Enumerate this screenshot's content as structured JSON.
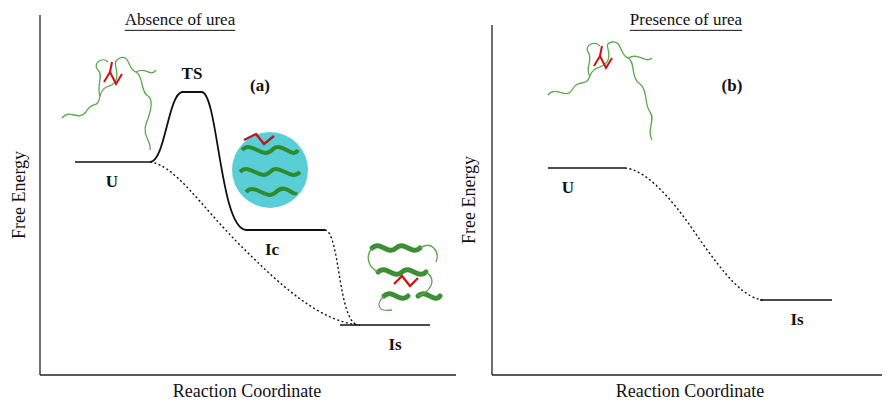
{
  "diagram": {
    "labels": [
      "Absence of urea",
      "Presence of urea",
      "TS",
      "(a)",
      "U",
      "Ic",
      "Is",
      "Free Energy",
      "Reaction Coordinate",
      "(b)",
      "U",
      "Is",
      "Free Energy",
      "Reaction Coordinate"
    ]
  }
}
